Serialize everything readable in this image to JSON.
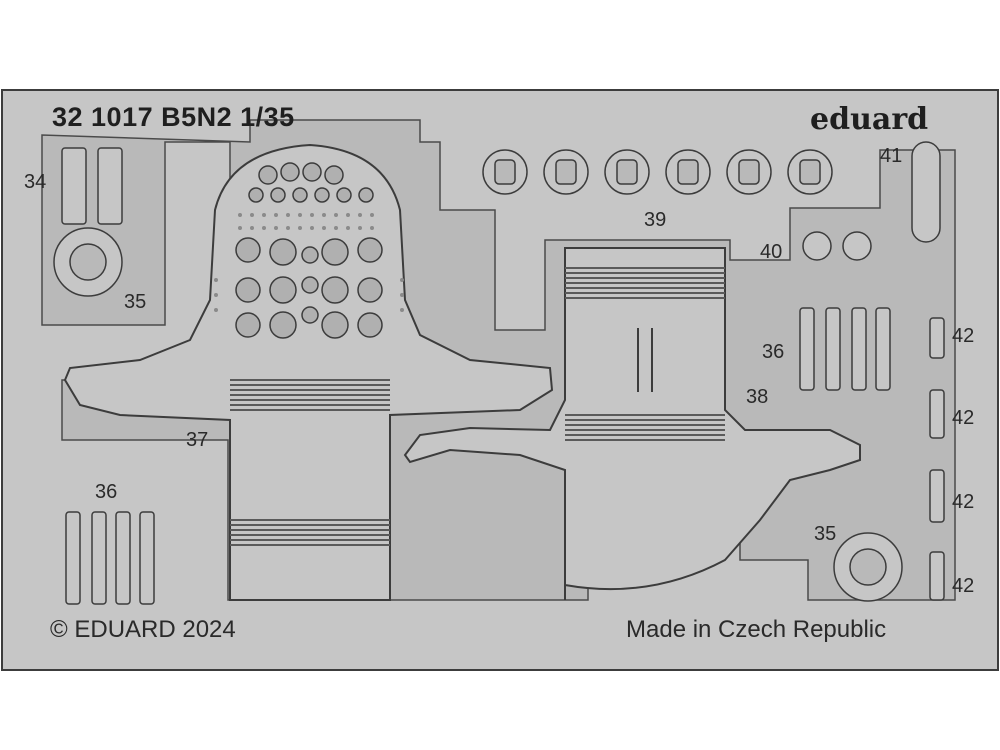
{
  "sheet": {
    "code_title": "32 1017 B5N2 1/35",
    "brand": "eduard",
    "copyright": "© EDUARD 2024",
    "origin": "Made in Czech Republic",
    "colors": {
      "metal": "#c6c6c6",
      "line": "#3c3c3c",
      "surround": "#ffffff",
      "groove": "#5a5a5a"
    }
  },
  "part_labels": {
    "p34": "34",
    "p35a": "35",
    "p35b": "35",
    "p36a": "36",
    "p36b": "36",
    "p37": "37",
    "p38": "38",
    "p39": "39",
    "p40": "40",
    "p41": "41",
    "p42a": "42",
    "p42b": "42",
    "p42c": "42",
    "p42d": "42"
  }
}
